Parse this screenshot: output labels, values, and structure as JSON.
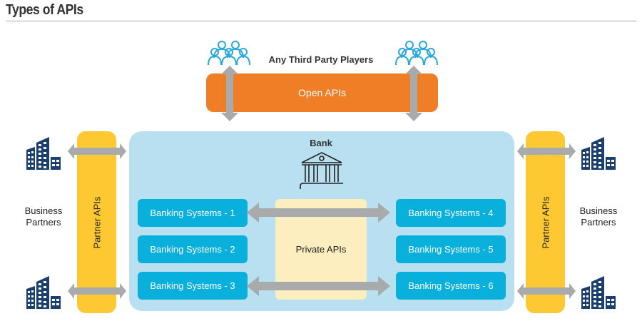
{
  "header": {
    "title": "Types of APIs"
  },
  "third_party": {
    "label": "Any Third Party Players",
    "icon": "people-group-icon"
  },
  "open_apis": {
    "label": "Open APIs",
    "color": "#f07e26"
  },
  "bank": {
    "label": "Bank",
    "icon": "bank-building-icon",
    "color": "#b8e0f0"
  },
  "partner_apis": {
    "label": "Partner APIs",
    "color": "#fdc832"
  },
  "business_partners": {
    "label_line1": "Business",
    "label_line2": "Partners",
    "icon": "office-building-icon",
    "icon_color": "#1b3f6e"
  },
  "private_apis": {
    "label": "Private APIs",
    "color": "#fdeec0"
  },
  "banking_systems": [
    {
      "label": "Banking Systems - 1"
    },
    {
      "label": "Banking Systems - 2"
    },
    {
      "label": "Banking Systems - 3"
    },
    {
      "label": "Banking Systems - 4"
    },
    {
      "label": "Banking Systems - 5"
    },
    {
      "label": "Banking Systems - 6"
    }
  ],
  "colors": {
    "system_box": "#0ab0dc",
    "arrow": "#a9aaac",
    "people": "#2aa9dc"
  }
}
